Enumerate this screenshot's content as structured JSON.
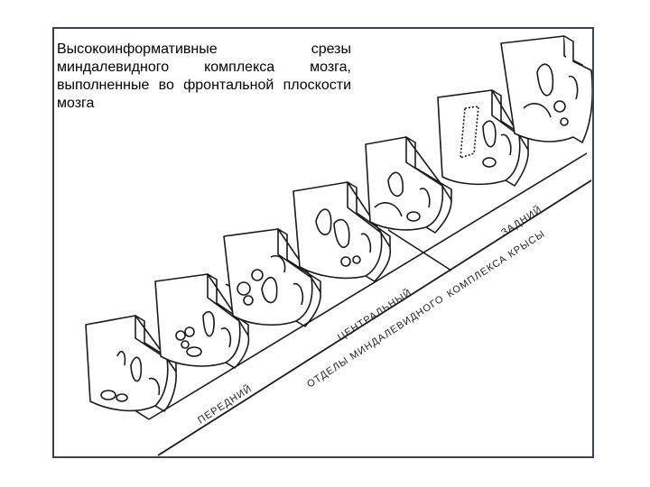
{
  "caption": "Высокоинформативные срезы миндалевидного комплекса мозга, выполненные во фронтальной плоскости мозга",
  "labels": {
    "anterior": "ПЕРЕДНИЙ",
    "central": "ЦЕНТРАЛЬНЫЙ",
    "posterior": "ЗАДНИЙ",
    "sections_line1": "ОТДЕЛЫ МИНДАЛЕВИДНОГО",
    "sections_line2": "КОМПЛЕКСА КРЫСЫ"
  },
  "colors": {
    "frame_border": "#3a4150",
    "ink": "#1a1a1a",
    "paper": "#ffffff"
  }
}
